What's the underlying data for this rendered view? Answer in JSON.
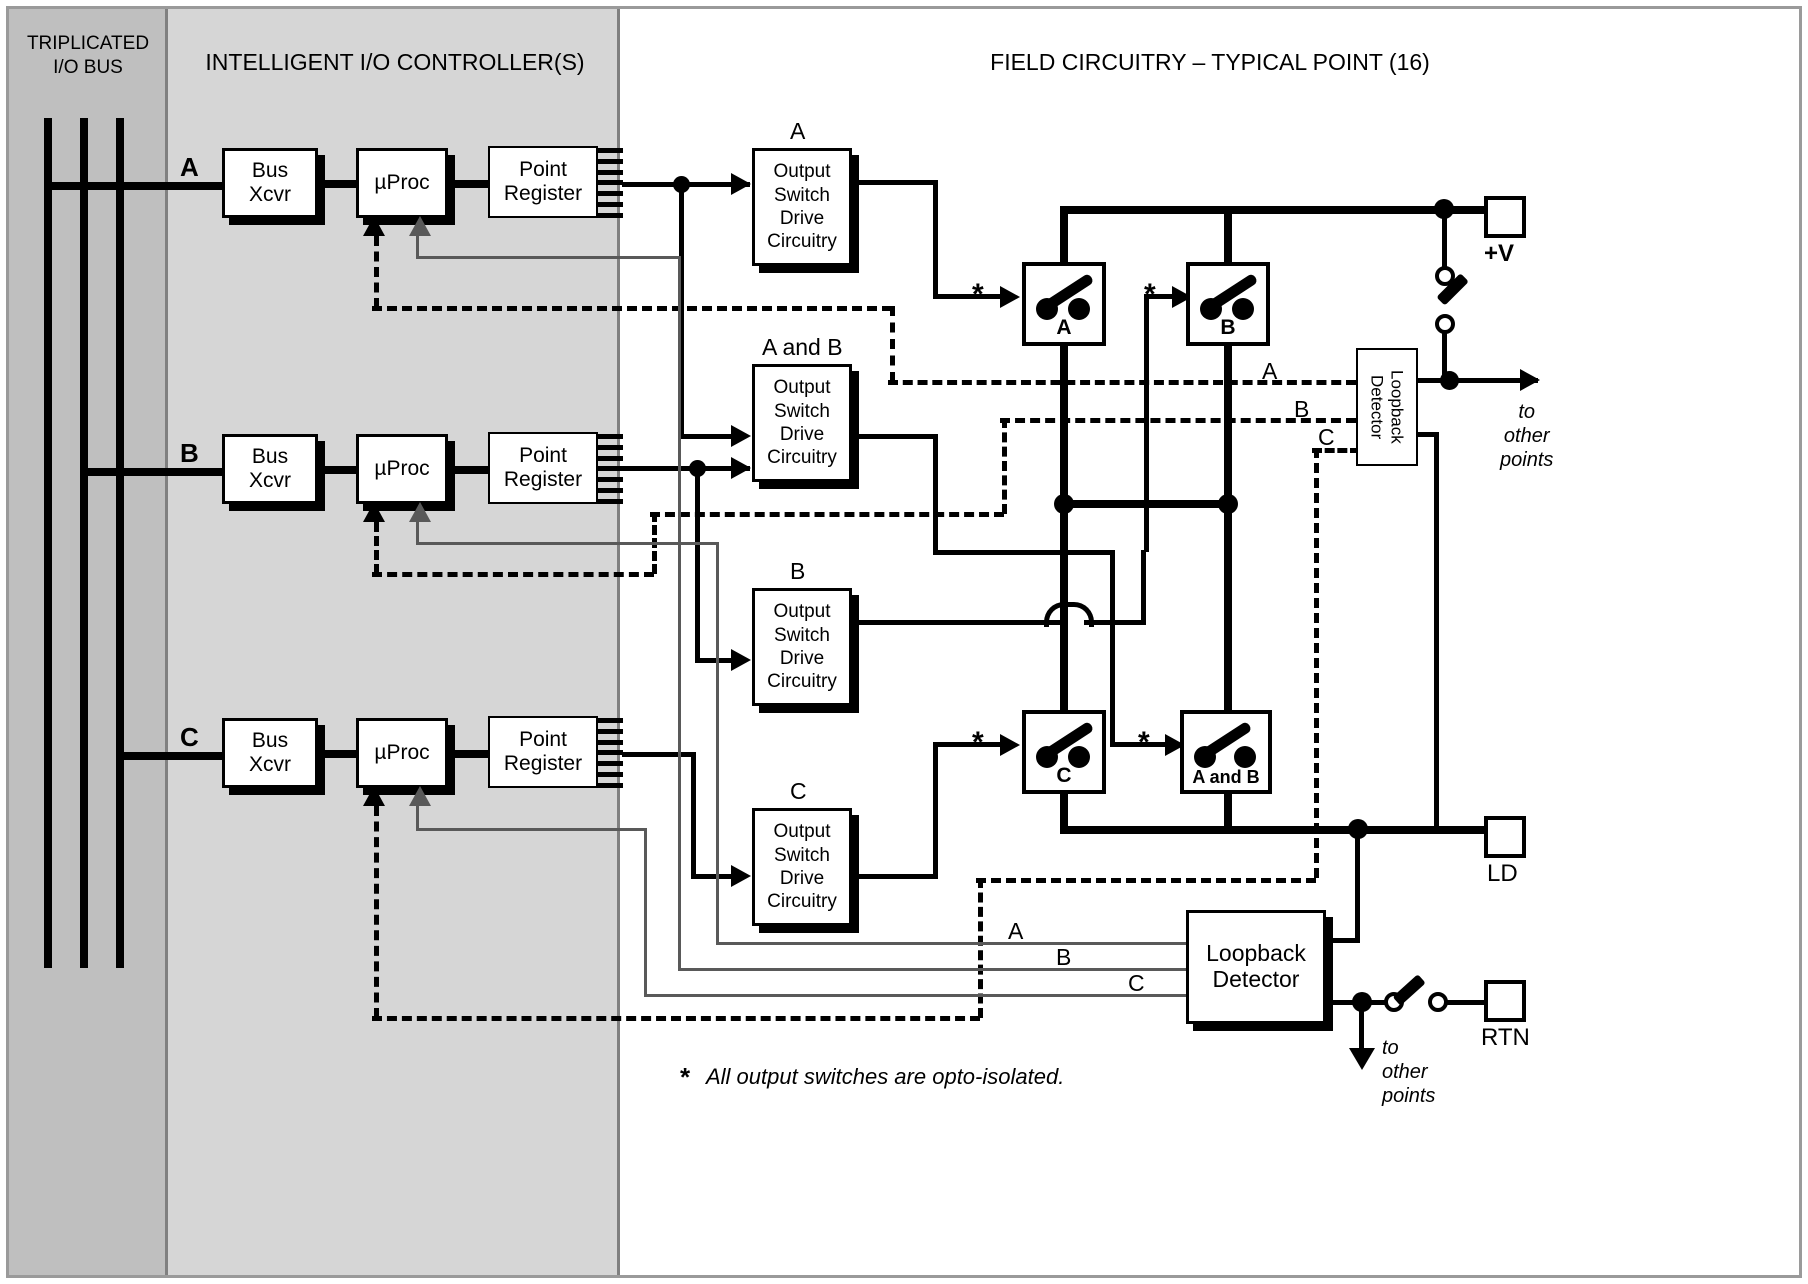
{
  "headers": {
    "bus": "TRIPLICATED\nI/O BUS",
    "bus_line1": "TRIPLICATED",
    "bus_line2": "I/O BUS",
    "controller": "INTELLIGENT I/O CONTROLLER(S)",
    "field": "FIELD CIRCUITRY – TYPICAL POINT (16)"
  },
  "channels": [
    {
      "id": "A",
      "label": "A",
      "bus_xcvr": "Bus\nXcvr",
      "bus_xcvr_l1": "Bus",
      "bus_xcvr_l2": "Xcvr",
      "uproc": "µProc",
      "point_register": "Point\nRegister",
      "pr_l1": "Point",
      "pr_l2": "Register"
    },
    {
      "id": "B",
      "label": "B",
      "bus_xcvr": "Bus\nXcvr",
      "bus_xcvr_l1": "Bus",
      "bus_xcvr_l2": "Xcvr",
      "uproc": "µProc",
      "point_register": "Point\nRegister",
      "pr_l1": "Point",
      "pr_l2": "Register"
    },
    {
      "id": "C",
      "label": "C",
      "bus_xcvr": "Bus\nXcvr",
      "bus_xcvr_l1": "Bus",
      "bus_xcvr_l2": "Xcvr",
      "uproc": "µProc",
      "point_register": "Point\nRegister",
      "pr_l1": "Point",
      "pr_l2": "Register"
    }
  ],
  "output_drives": [
    {
      "caption": "A",
      "l1": "Output",
      "l2": "Switch",
      "l3": "Drive",
      "l4": "Circuitry"
    },
    {
      "caption": "A  and  B",
      "l1": "Output",
      "l2": "Switch",
      "l3": "Drive",
      "l4": "Circuitry"
    },
    {
      "caption": "B",
      "l1": "Output",
      "l2": "Switch",
      "l3": "Drive",
      "l4": "Circuitry"
    },
    {
      "caption": "C",
      "l1": "Output",
      "l2": "Switch",
      "l3": "Drive",
      "l4": "Circuitry"
    }
  ],
  "switches": [
    {
      "name": "A"
    },
    {
      "name": "B"
    },
    {
      "name": "C"
    },
    {
      "name": "A and B"
    }
  ],
  "loopback_detectors": [
    {
      "l1": "Loopback",
      "l2": "Detector",
      "orientation": "vertical"
    },
    {
      "l1": "Loopback",
      "l2": "Detector",
      "orientation": "horizontal"
    }
  ],
  "feedback_labels_upper": {
    "a": "A",
    "b": "B",
    "c": "C"
  },
  "feedback_labels_lower": {
    "a": "A",
    "b": "B",
    "c": "C"
  },
  "terminals": {
    "plus_v": "+V",
    "ld": "LD",
    "rtn": "RTN"
  },
  "annotations": {
    "to_other_points_1": "to\nother\npoints",
    "to_other_points_1_l1": "to",
    "to_other_points_1_l2": "other",
    "to_other_points_1_l3": "points",
    "to_other_points_2_l1": "to",
    "to_other_points_2_l2": "other",
    "to_other_points_2_l3": "points",
    "asterisk": "*"
  },
  "footnote": {
    "marker": "*",
    "text": "All output switches are opto-isolated."
  },
  "colors": {
    "bus_panel": "#bfbfbf",
    "controller_panel": "#d6d6d6",
    "field_panel": "#ffffff",
    "frame": "#9a9a9a",
    "wire": "#000000",
    "gray_wire": "#595959"
  }
}
